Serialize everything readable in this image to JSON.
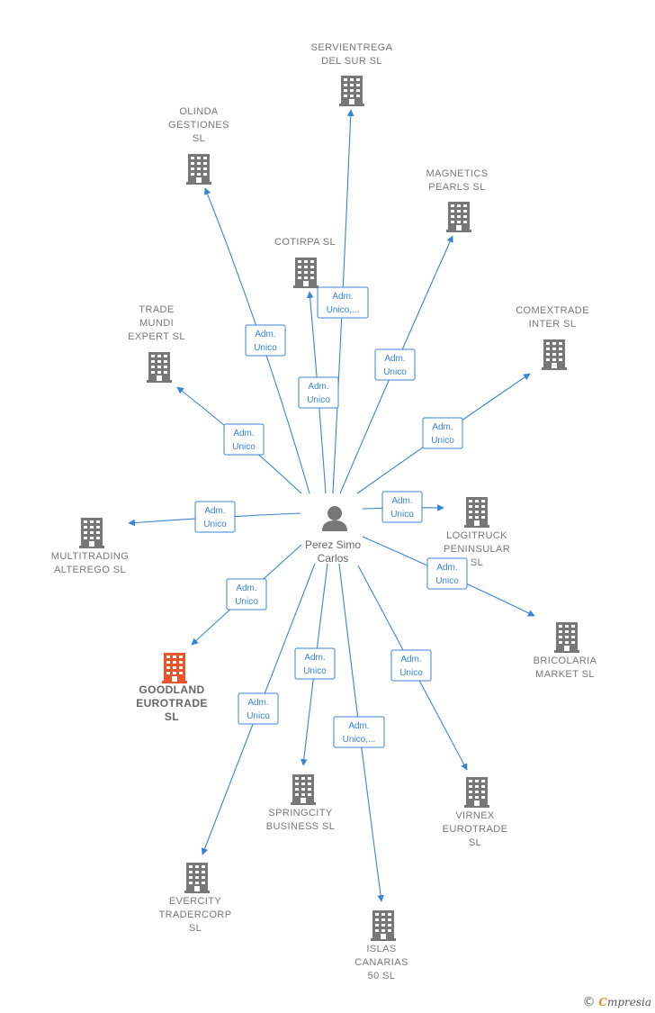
{
  "center": {
    "label_lines": [
      "Perez Simo",
      "Carlos"
    ],
    "icon": "person-icon"
  },
  "companies": [
    {
      "id": "servientrega",
      "lines": [
        "SERVIENTREGA",
        "DEL SUR  SL"
      ],
      "role_lines": [
        "Adm.",
        "Unico,..."
      ],
      "highlight": false
    },
    {
      "id": "olinda",
      "lines": [
        "OLINDA",
        "GESTIONES",
        "SL"
      ],
      "role_lines": [
        "Adm.",
        "Unico"
      ],
      "highlight": false
    },
    {
      "id": "magnetics",
      "lines": [
        "MAGNETICS",
        "PEARLS  SL"
      ],
      "role_lines": [
        "Adm.",
        "Unico"
      ],
      "highlight": false
    },
    {
      "id": "cotirpa",
      "lines": [
        "COTIRPA SL"
      ],
      "role_lines": [
        "Adm.",
        "Unico"
      ],
      "highlight": false
    },
    {
      "id": "comextrade",
      "lines": [
        "COMEXTRADE",
        "INTER  SL"
      ],
      "role_lines": [
        "Adm.",
        "Unico"
      ],
      "highlight": false
    },
    {
      "id": "trade-mundi",
      "lines": [
        "TRADE",
        "MUNDI",
        "EXPERT  SL"
      ],
      "role_lines": [
        "Adm.",
        "Unico"
      ],
      "highlight": false
    },
    {
      "id": "multitrading",
      "lines": [
        "MULTITRADING",
        "ALTEREGO  SL"
      ],
      "role_lines": [
        "Adm.",
        "Unico"
      ],
      "highlight": false
    },
    {
      "id": "logitruck",
      "lines": [
        "LOGITRUCK",
        "PENINSULAR",
        "SL"
      ],
      "role_lines": [
        "Adm.",
        "Unico"
      ],
      "highlight": false
    },
    {
      "id": "bricolaria",
      "lines": [
        "BRICOLARIA",
        "MARKET  SL"
      ],
      "role_lines": [
        "Adm.",
        "Unico"
      ],
      "highlight": false
    },
    {
      "id": "goodland",
      "lines": [
        "GOODLAND",
        "EUROTRADE",
        "SL"
      ],
      "role_lines": [
        "Adm.",
        "Unico"
      ],
      "highlight": true
    },
    {
      "id": "springcity",
      "lines": [
        "SPRINGCITY",
        "BUSINESS  SL"
      ],
      "role_lines": [
        "Adm.",
        "Unico"
      ],
      "highlight": false
    },
    {
      "id": "virnex",
      "lines": [
        "VIRNEX",
        "EUROTRADE",
        "SL"
      ],
      "role_lines": [
        "Adm.",
        "Unico"
      ],
      "highlight": false
    },
    {
      "id": "evercity",
      "lines": [
        "EVERCITY",
        "TRADERCORP",
        "SL"
      ],
      "role_lines": [
        "Adm.",
        "Unico"
      ],
      "highlight": false
    },
    {
      "id": "islas",
      "lines": [
        "ISLAS",
        "CANARIAS",
        "50 SL"
      ],
      "role_lines": [
        "Adm.",
        "Unico,..."
      ],
      "highlight": false
    }
  ],
  "colors": {
    "edge": "#3a84d6",
    "building": "#777777",
    "building_highlight": "#e8562a",
    "person": "#777777"
  },
  "brand": {
    "copyright": "©",
    "first": "C",
    "rest": "mpresia"
  }
}
